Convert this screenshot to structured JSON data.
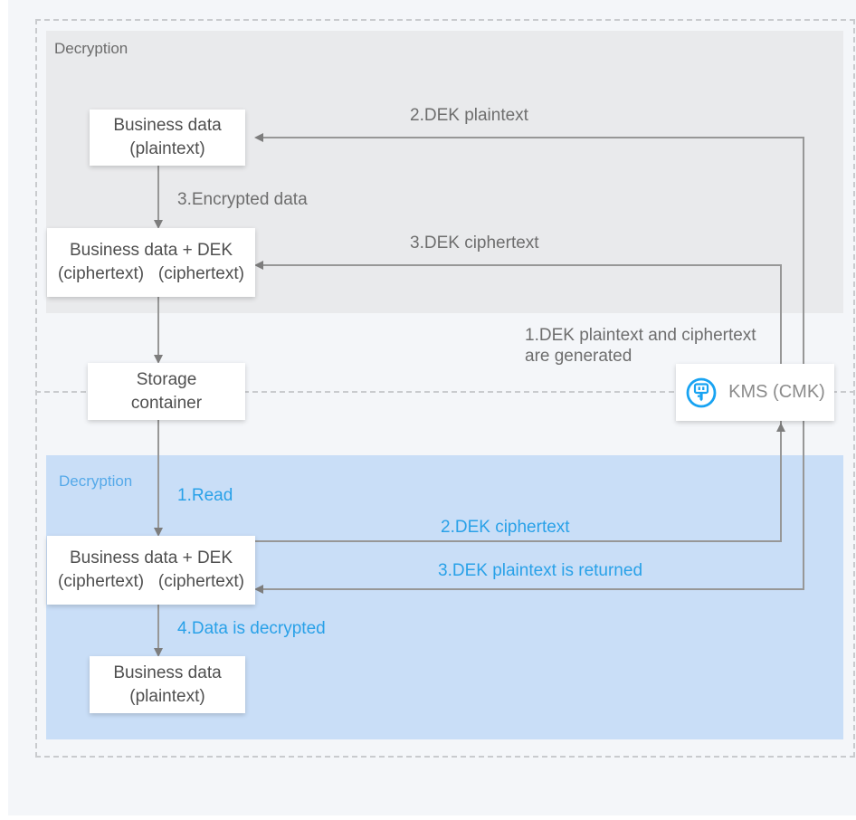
{
  "sections": {
    "top_label": "Decryption",
    "bottom_label": "Decryption"
  },
  "nodes": {
    "business_plain_top": {
      "line1": "Business data",
      "line2": "(plaintext)"
    },
    "business_dek_top": {
      "line1": "Business data + DEK",
      "line2": "(ciphertext)   (ciphertext)"
    },
    "storage": {
      "line1": "Storage",
      "line2": "container"
    },
    "kms": {
      "label": "KMS (CMK)",
      "icon": "kms-key-icon"
    },
    "business_dek_bottom": {
      "line1": "Business data + DEK",
      "line2": "(ciphertext)   (ciphertext)"
    },
    "business_plain_bottom": {
      "line1": "Business data",
      "line2": "(plaintext)"
    }
  },
  "edges": {
    "step2_dek_plaintext": "2.DEK plaintext",
    "step3_encrypted_data": "3.Encrypted data",
    "step3_dek_ciphertext": "3.DEK ciphertext",
    "step1_generated_line1": "1.DEK plaintext and ciphertext",
    "step1_generated_line2": "are generated",
    "step1_read": "1.Read",
    "step2_dek_ciphertext": "2.DEK ciphertext",
    "step3_dek_plaintext_returned": "3.DEK plaintext is returned",
    "step4_data_decrypted": "4.Data is decrypted"
  },
  "colors": {
    "accent_blue_text": "#29a1e8",
    "section_blue_text": "#55a9e9",
    "panel_blue": "#c9def7",
    "panel_gray": "#e9eaec",
    "icon_blue": "#18a3f2",
    "line_gray": "#979797"
  }
}
